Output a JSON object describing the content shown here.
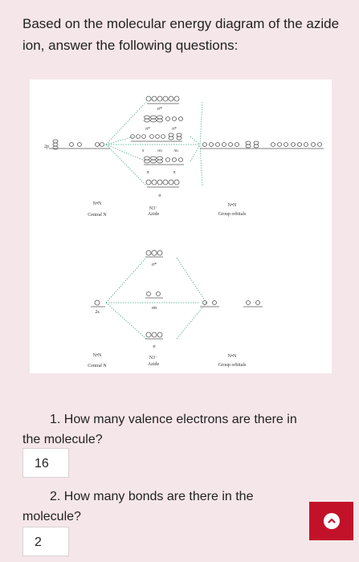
{
  "prompt": "Based on the molecular energy diagram of the azide ion,   answer the following questions:",
  "diagram_top": {
    "orbital_labels": [
      "σ*",
      "π*",
      "π*",
      "π",
      "σn",
      "πn",
      "π",
      "π",
      "σ",
      "2p"
    ],
    "bottom_labels": {
      "central": "Central N",
      "azide_symbol": "N3⁻",
      "azide": "Azide",
      "group_symbol": "N•N",
      "group": "Group orbitals"
    }
  },
  "diagram_bottom": {
    "orbital_labels": [
      "σ*",
      "σn",
      "σ",
      "2s"
    ],
    "bottom_labels": {
      "central": "Central N",
      "azide_symbol": "N3⁻",
      "azide": "Azide",
      "group_symbol": "N•N",
      "group": "Group orbitals"
    }
  },
  "questions": [
    {
      "number_text": "1. How many valence electrons are there in",
      "rest_text": "the molecule?",
      "answer": "16"
    },
    {
      "number_text": "2. How many bonds are there in the",
      "rest_text": "molecule?",
      "answer": "2"
    }
  ],
  "colors": {
    "background": "#f5e6ea",
    "accent": "#c2122a",
    "connector": "#3aa77a"
  },
  "scroll_button_icon": "chevron-up-icon"
}
